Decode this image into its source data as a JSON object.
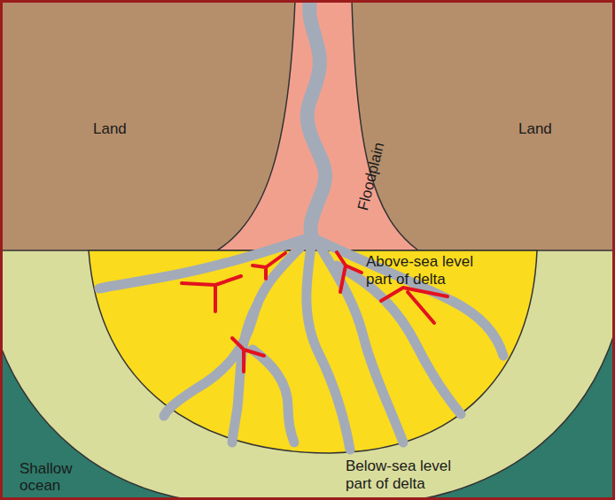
{
  "diagram": {
    "labels": [
      "Land",
      "Land",
      "Floodplain",
      "Above-sea level part of delta",
      "Below-sea level part of delta",
      "Shallow ocean"
    ]
  }
}
